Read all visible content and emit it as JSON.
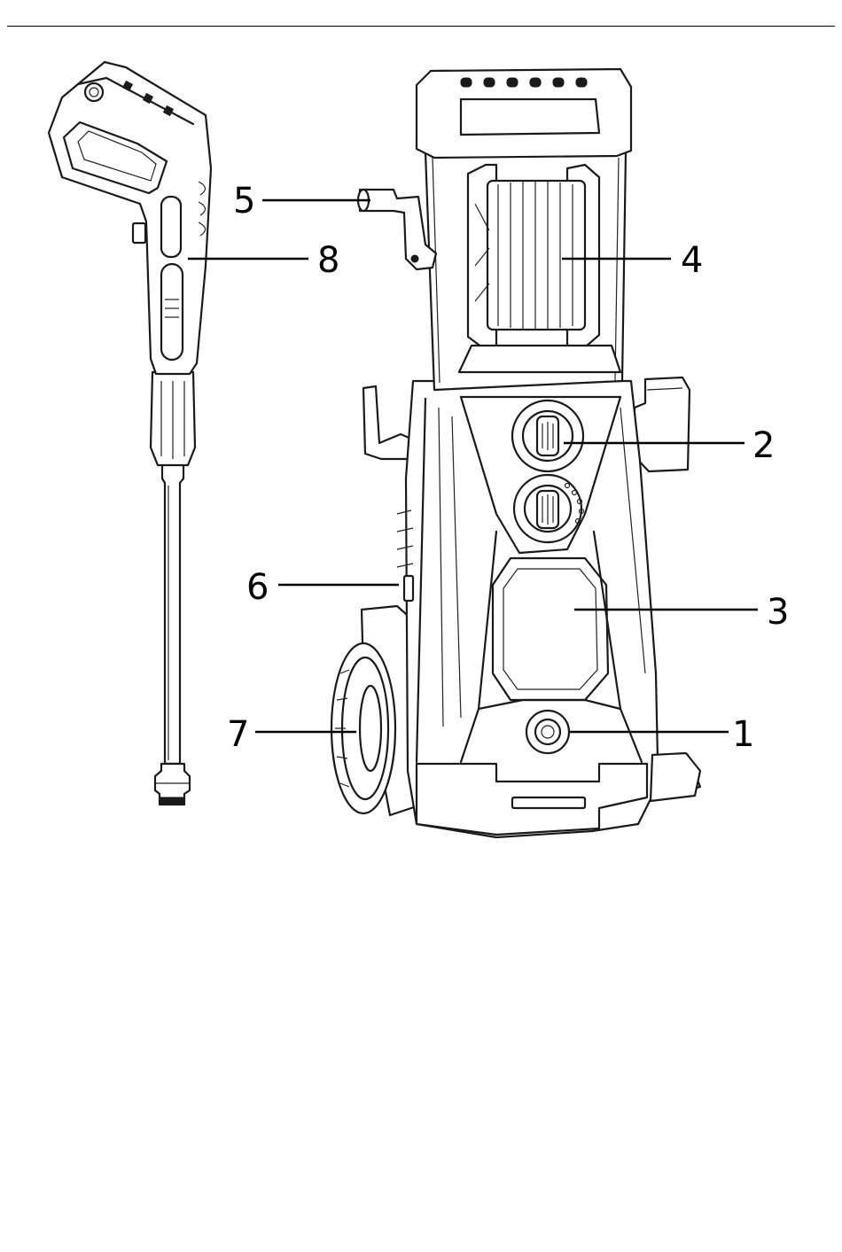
{
  "diagram": {
    "callouts": [
      {
        "number": "1",
        "part": "pressure-outlet"
      },
      {
        "number": "2",
        "part": "control-knobs"
      },
      {
        "number": "3",
        "part": "front-panel"
      },
      {
        "number": "4",
        "part": "hose-reel"
      },
      {
        "number": "5",
        "part": "reel-crank-handle"
      },
      {
        "number": "6",
        "part": "side-latch"
      },
      {
        "number": "7",
        "part": "wheel"
      },
      {
        "number": "8",
        "part": "spray-gun"
      }
    ],
    "colors": {
      "line": "#1a1a1a",
      "background": "#ffffff"
    }
  }
}
